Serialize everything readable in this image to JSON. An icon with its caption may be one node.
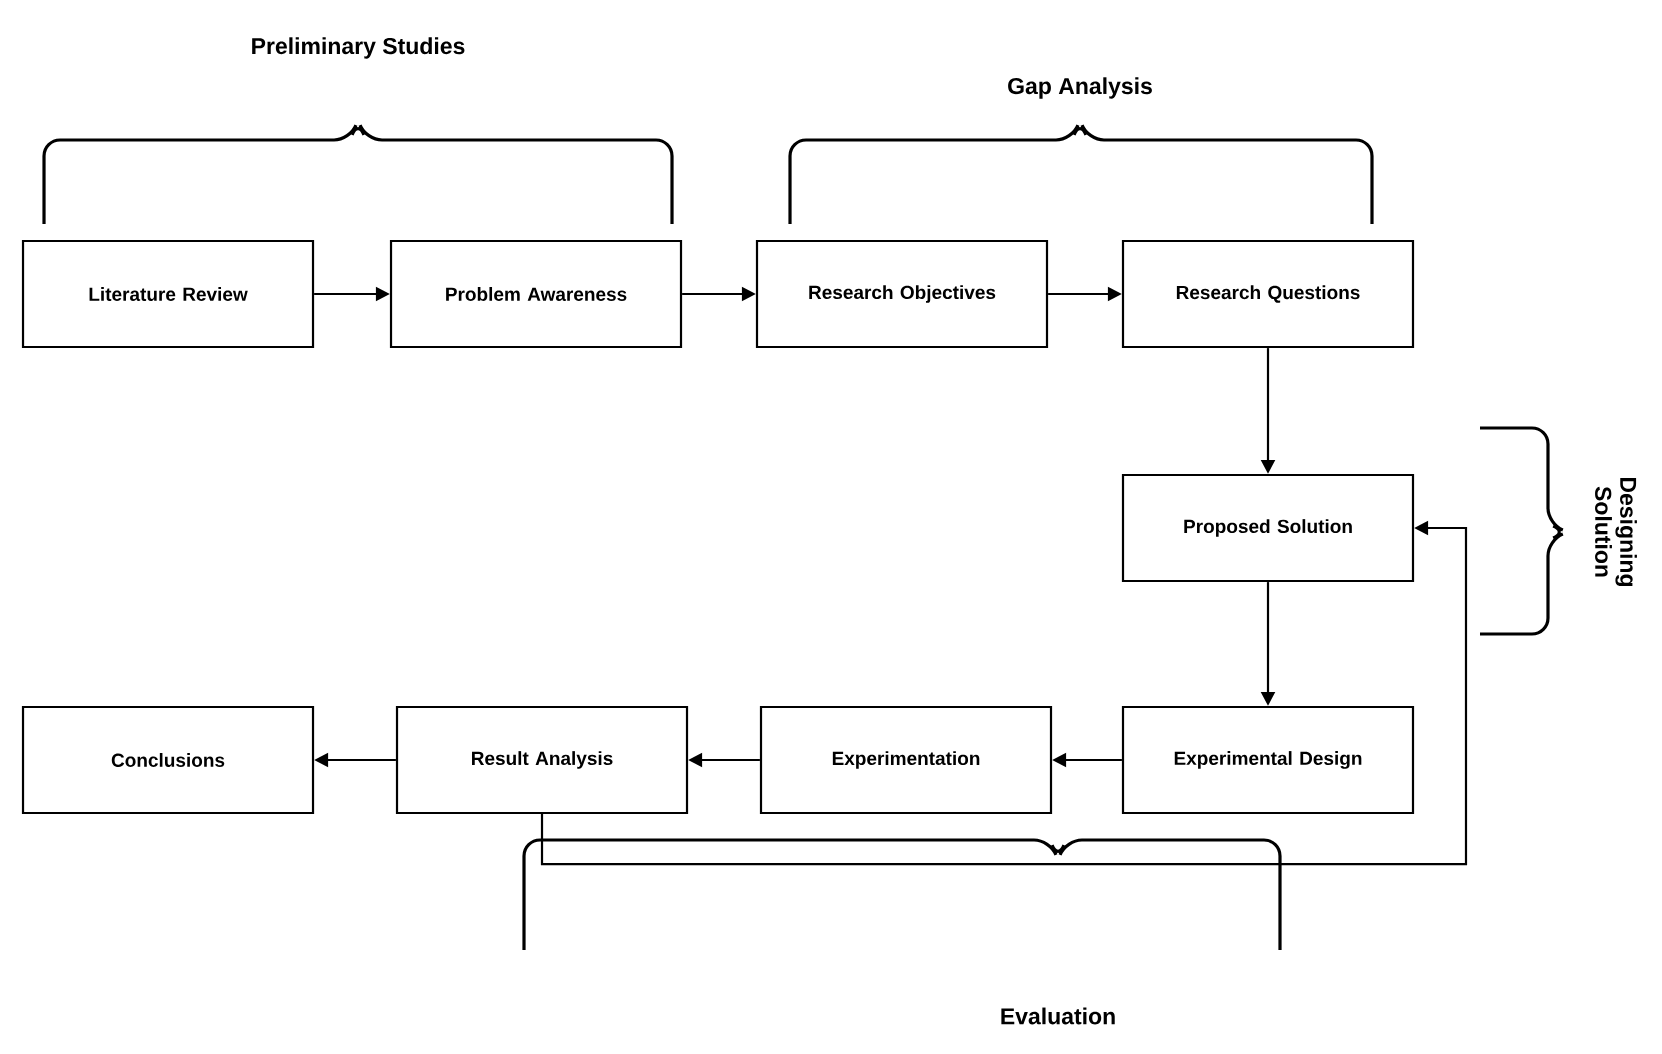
{
  "diagram": {
    "nodes": [
      {
        "text": [
          "Literature Review"
        ]
      },
      {
        "text": [
          "Problem Awareness"
        ]
      },
      {
        "text": [
          "Research Objectives"
        ]
      },
      {
        "text": [
          "Research Questions"
        ]
      },
      {
        "text": [
          "Proposed Solution"
        ]
      },
      {
        "text": [
          "Experimental Design"
        ]
      },
      {
        "text": [
          "Experimentation"
        ]
      },
      {
        "text": [
          "Result Analysis"
        ]
      },
      {
        "text": [
          "Conclusions"
        ]
      }
    ],
    "edges": [
      {
        "from": 0,
        "to": 1,
        "arrow": "to"
      },
      {
        "from": 1,
        "to": 2,
        "arrow": "to"
      },
      {
        "from": 2,
        "to": 3,
        "arrow": "to"
      },
      {
        "from": 3,
        "to": 4,
        "arrow": "to"
      },
      {
        "from": 4,
        "to": 5,
        "arrow": "to"
      },
      {
        "from": 5,
        "to": 6,
        "arrow": "to"
      },
      {
        "from": 6,
        "to": 7,
        "arrow": "to"
      },
      {
        "from": 7,
        "to": 8,
        "arrow": "to"
      },
      {
        "from": 7,
        "to": 4,
        "arrow": "to"
      }
    ],
    "labels": [
      "Preliminary Studies",
      "Gap Analysis",
      "Designing Solution",
      "Evaluation"
    ]
  }
}
